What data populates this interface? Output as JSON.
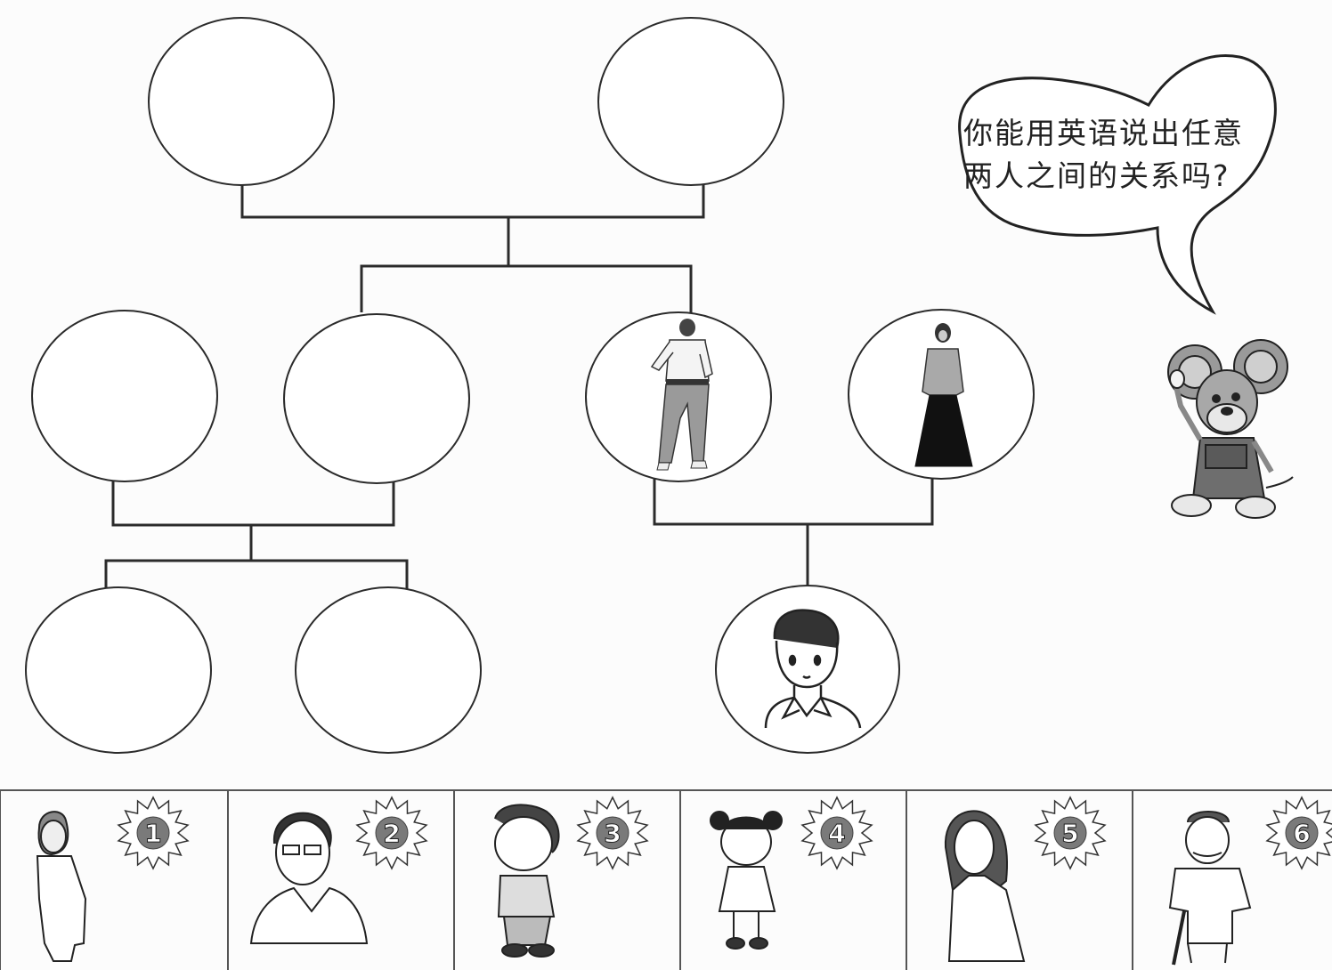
{
  "speech_bubble": {
    "line1": "你能用英语说出任意",
    "line2": "两人之间的关系吗?"
  },
  "cards": [
    {
      "number": "1",
      "person": "grandmother"
    },
    {
      "number": "2",
      "person": "man-with-glasses"
    },
    {
      "number": "3",
      "person": "boy"
    },
    {
      "number": "4",
      "person": "girl"
    },
    {
      "number": "5",
      "person": "woman"
    },
    {
      "number": "6",
      "person": "grandfather"
    }
  ],
  "tree_slots": [
    {
      "id": "grandparent-left",
      "filled": false
    },
    {
      "id": "grandparent-right",
      "filled": false
    },
    {
      "id": "parent-left-a",
      "filled": false
    },
    {
      "id": "parent-left-b",
      "filled": false
    },
    {
      "id": "uncle",
      "filled": true,
      "figure": "man"
    },
    {
      "id": "aunt",
      "filled": true,
      "figure": "woman"
    },
    {
      "id": "child-left-a",
      "filled": false
    },
    {
      "id": "child-left-b",
      "filled": false
    },
    {
      "id": "cousin",
      "filled": true,
      "figure": "boy"
    }
  ],
  "colors": {
    "line": "#2b2b2b",
    "badge_fill": "#7a7a7a",
    "card_border": "#555555"
  }
}
